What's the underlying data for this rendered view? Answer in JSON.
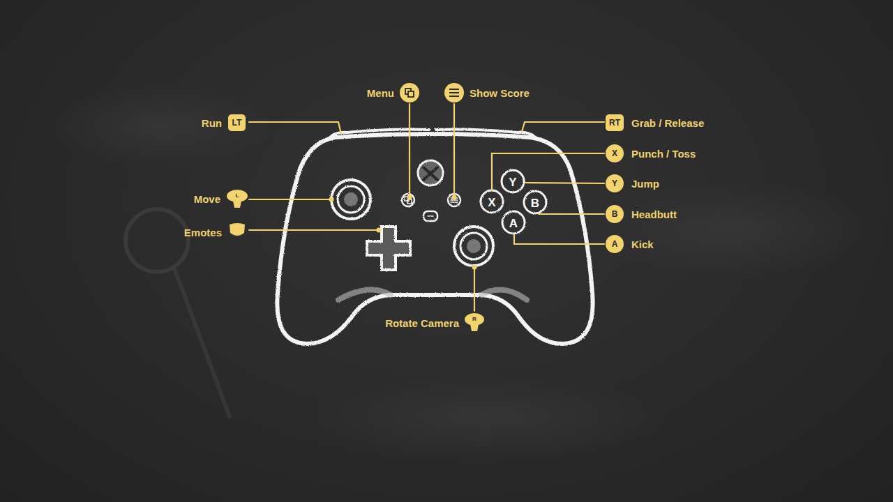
{
  "diagram": {
    "labels": [
      "Menu",
      "Show Score",
      "Run",
      "LT",
      "RT",
      "Grab / Release",
      "X",
      "Punch / Toss",
      "Y",
      "Jump",
      "B",
      "Headbutt",
      "A",
      "Kick",
      "Move",
      "L",
      "Emotes",
      "Rotate Camera",
      "R",
      "Y",
      "X",
      "B",
      "A"
    ]
  }
}
